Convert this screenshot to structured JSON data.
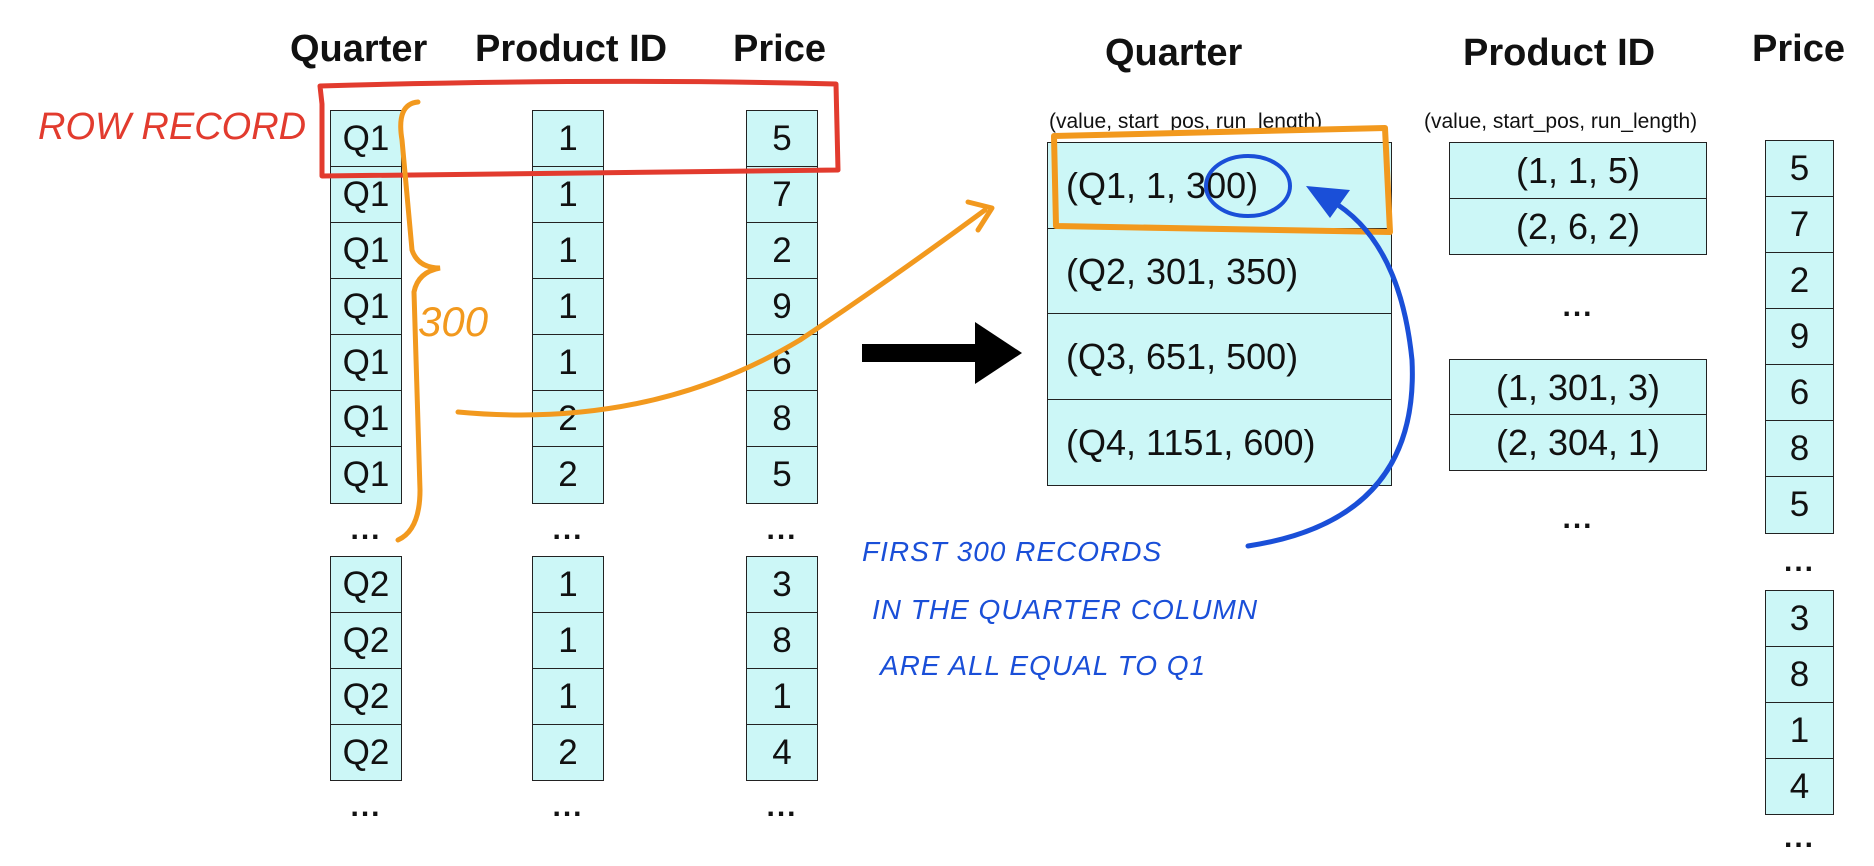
{
  "left_table": {
    "headers": {
      "quarter": "Quarter",
      "product_id": "Product ID",
      "price": "Price"
    },
    "quarter_top": [
      "Q1",
      "Q1",
      "Q1",
      "Q1",
      "Q1",
      "Q1",
      "Q1"
    ],
    "product_top": [
      "1",
      "1",
      "1",
      "1",
      "1",
      "2",
      "2"
    ],
    "price_top": [
      "5",
      "7",
      "2",
      "9",
      "6",
      "8",
      "5"
    ],
    "quarter_bottom": [
      "Q2",
      "Q2",
      "Q2",
      "Q2"
    ],
    "product_bottom": [
      "1",
      "1",
      "1",
      "2"
    ],
    "price_bottom": [
      "3",
      "8",
      "1",
      "4"
    ],
    "ellipsis": "..."
  },
  "right_table": {
    "headers": {
      "quarter": "Quarter",
      "product_id": "Product ID",
      "price": "Price"
    },
    "quarter_subtitle": "(value, start_pos, run_length)",
    "product_subtitle": "(value, start_pos, run_length)",
    "quarter_rle": [
      "(Q1, 1, 300)",
      "(Q2, 301, 350)",
      "(Q3, 651, 500)",
      "(Q4, 1151, 600)"
    ],
    "product_rle_top": [
      "(1, 1, 5)",
      "(2, 6, 2)"
    ],
    "product_rle_bottom": [
      "(1, 301, 3)",
      "(2, 304, 1)"
    ],
    "price_top": [
      "5",
      "7",
      "2",
      "9",
      "6",
      "8",
      "5"
    ],
    "price_bottom": [
      "3",
      "8",
      "1",
      "4"
    ],
    "ellipsis": "..."
  },
  "annotations": {
    "row_record": "ROW RECORD",
    "count": "300",
    "note_lines": [
      "FIRST 300 RECORDS",
      "IN THE QUARTER COLUMN",
      "ARE ALL EQUAL TO Q1"
    ]
  },
  "colors": {
    "cell_fill": "#ccf7f7",
    "row_highlight": "#e23b2e",
    "run_highlight": "#f2991e",
    "note_ink": "#1a4fd8"
  }
}
